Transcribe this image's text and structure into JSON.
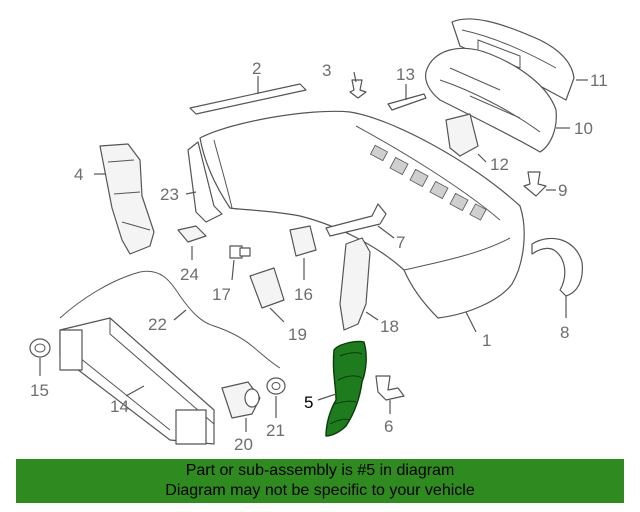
{
  "banner": {
    "line1": "Part or sub-assembly is #5 in diagram",
    "line2": "Diagram may not be specific to your vehicle",
    "color": "#2f8a1f"
  },
  "highlight_color": "#1e7b1e",
  "highlighted_part": "5",
  "callouts": [
    "1",
    "2",
    "3",
    "4",
    "5",
    "6",
    "7",
    "8",
    "9",
    "10",
    "11",
    "12",
    "13",
    "14",
    "15",
    "16",
    "17",
    "18",
    "19",
    "20",
    "21",
    "22",
    "23",
    "24"
  ]
}
